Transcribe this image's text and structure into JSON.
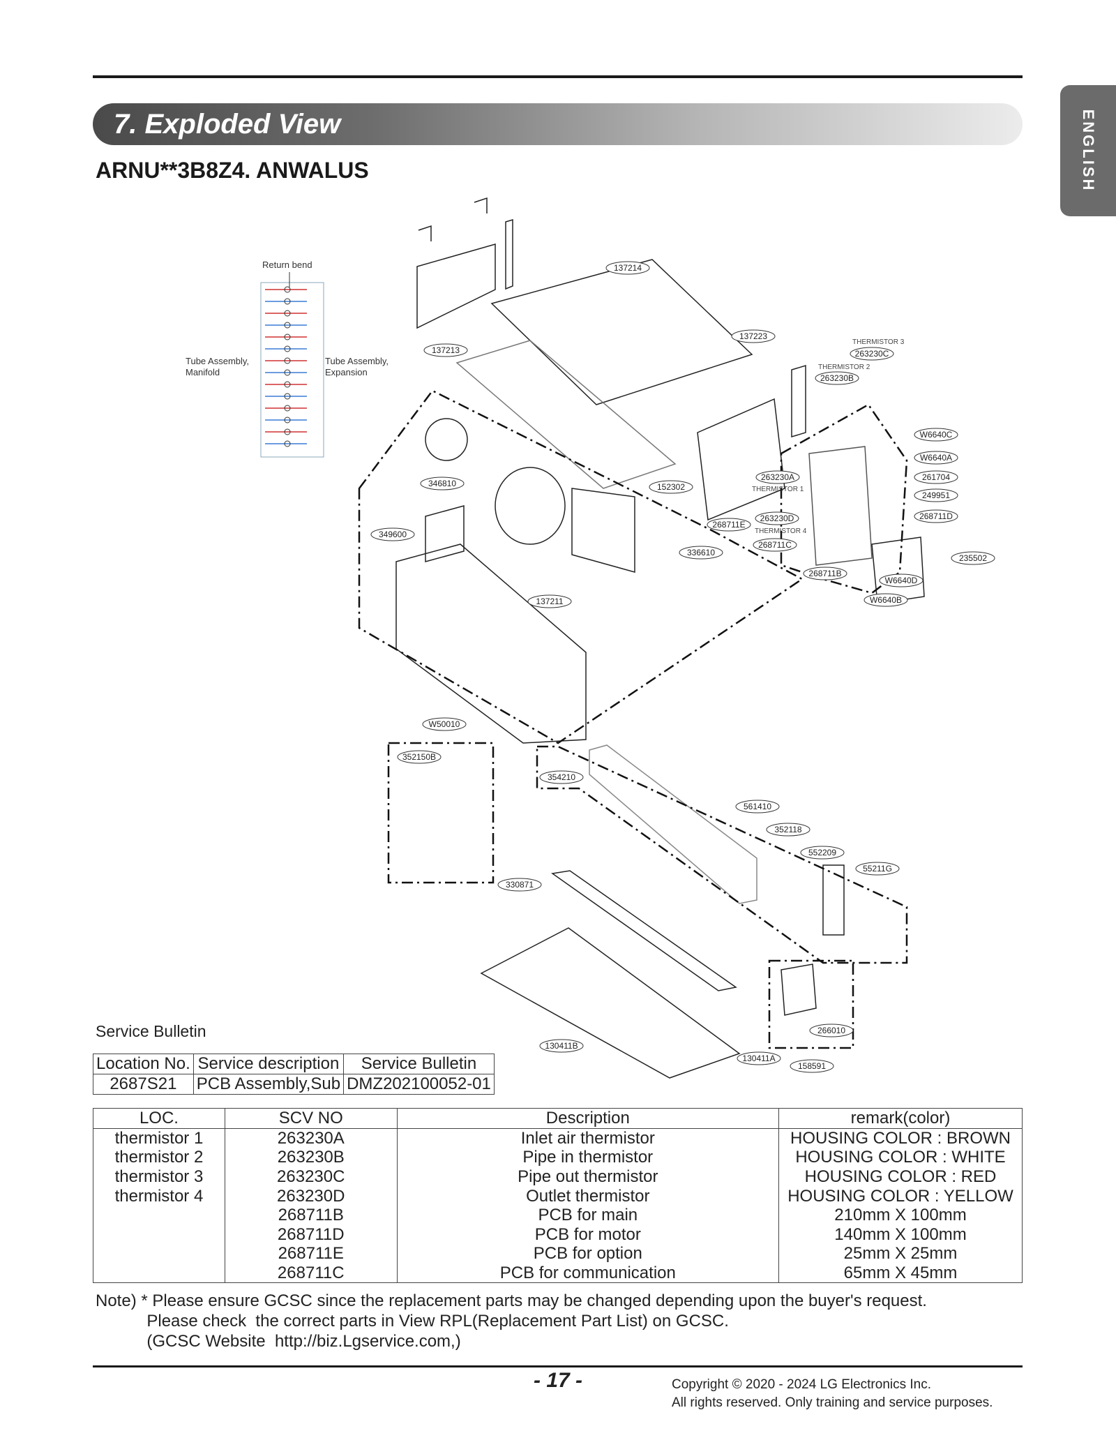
{
  "section_title": "7. Exploded View",
  "language_tab": "ENGLISH",
  "model_title": "ARNU**3B8Z4. ANWALUS",
  "diagram": {
    "labels": {
      "return_bend": "Return bend",
      "tube_manifold": [
        "Tube Assembly,",
        "Manifold"
      ],
      "tube_expansion": [
        "Tube Assembly,",
        "Expansion"
      ],
      "thermistor_1": "THERMISTOR 1",
      "thermistor_2": "THERMISTOR 2",
      "thermistor_3": "THERMISTOR 3",
      "thermistor_4": "THERMISTOR 4"
    },
    "part_numbers": [
      "137214",
      "137213",
      "137223",
      "263230C",
      "263230B",
      "W6640C",
      "W6640A",
      "261704",
      "249951",
      "268711D",
      "346810",
      "152302",
      "263230A",
      "263230D",
      "268711E",
      "268711C",
      "235502",
      "349600",
      "336610",
      "268711B",
      "W6640D",
      "W6640B",
      "137211",
      "W50010",
      "352150B",
      "354210",
      "561410",
      "352118",
      "552209",
      "55211G",
      "330871",
      "266010",
      "130411B",
      "130411A",
      "158591"
    ]
  },
  "service_bulletin": {
    "title": "Service Bulletin",
    "headers": [
      "Location No.",
      "Service description",
      "Service Bulletin"
    ],
    "rows": [
      [
        "2687S21",
        "PCB Assembly,Sub",
        "DMZ202100052-01"
      ]
    ]
  },
  "parts_table": {
    "headers": [
      "LOC.",
      "SCV NO",
      "Description",
      "remark(color)"
    ],
    "rows": [
      [
        "thermistor 1",
        "263230A",
        "Inlet air thermistor",
        "HOUSING COLOR : BROWN"
      ],
      [
        "thermistor 2",
        "263230B",
        "Pipe in thermistor",
        "HOUSING COLOR : WHITE"
      ],
      [
        "thermistor 3",
        "263230C",
        "Pipe out thermistor",
        "HOUSING COLOR : RED"
      ],
      [
        "thermistor 4",
        "263230D",
        "Outlet thermistor",
        "HOUSING COLOR : YELLOW"
      ],
      [
        "",
        "268711B",
        "PCB for main",
        "210mm X 100mm"
      ],
      [
        "",
        "268711D",
        "PCB for motor",
        "140mm X 100mm"
      ],
      [
        "",
        "268711E",
        "PCB for option",
        "25mm X 25mm"
      ],
      [
        "",
        "268711C",
        "PCB for communication",
        "65mm X 45mm"
      ]
    ]
  },
  "note": {
    "line1": "Note) * Please ensure GCSC since the replacement parts may be changed depending upon the buyer's request.",
    "line2": "           Please check  the correct parts in View RPL(Replacement Part List) on GCSC.",
    "line3": "           (GCSC Website  http://biz.Lgservice.com,)"
  },
  "footer": {
    "page_number": "- 17 -",
    "copyright_line1": "Copyright © 2020 - 2024 LG Electronics Inc.",
    "copyright_line2": "All rights reserved. Only training and service purposes."
  }
}
